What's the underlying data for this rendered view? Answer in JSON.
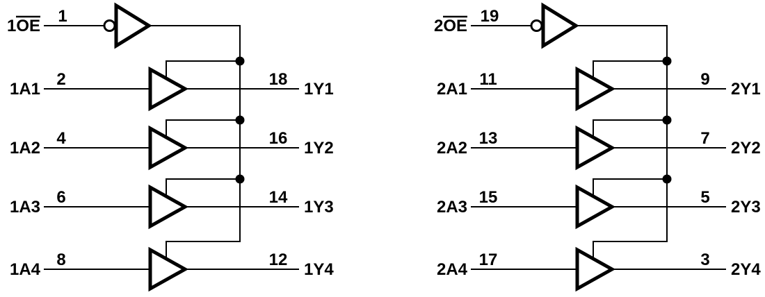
{
  "diagram": {
    "kind": "logic-diagram",
    "colors": {
      "line": "#000000",
      "background": "#ffffff"
    }
  },
  "halves": [
    {
      "oe": {
        "prefix": "1",
        "name": "OE",
        "overbar": true,
        "pin": "1"
      },
      "buffers": [
        {
          "input": "1A1",
          "input_pin": "2",
          "output_pin": "18",
          "output": "1Y1"
        },
        {
          "input": "1A2",
          "input_pin": "4",
          "output_pin": "16",
          "output": "1Y2"
        },
        {
          "input": "1A3",
          "input_pin": "6",
          "output_pin": "14",
          "output": "1Y3"
        },
        {
          "input": "1A4",
          "input_pin": "8",
          "output_pin": "12",
          "output": "1Y4"
        }
      ]
    },
    {
      "oe": {
        "prefix": "2",
        "name": "OE",
        "overbar": true,
        "pin": "19"
      },
      "buffers": [
        {
          "input": "2A1",
          "input_pin": "11",
          "output_pin": "9",
          "output": "2Y1"
        },
        {
          "input": "2A2",
          "input_pin": "13",
          "output_pin": "7",
          "output": "2Y2"
        },
        {
          "input": "2A3",
          "input_pin": "15",
          "output_pin": "5",
          "output": "2Y3"
        },
        {
          "input": "2A4",
          "input_pin": "17",
          "output_pin": "3",
          "output": "2Y4"
        }
      ]
    }
  ]
}
